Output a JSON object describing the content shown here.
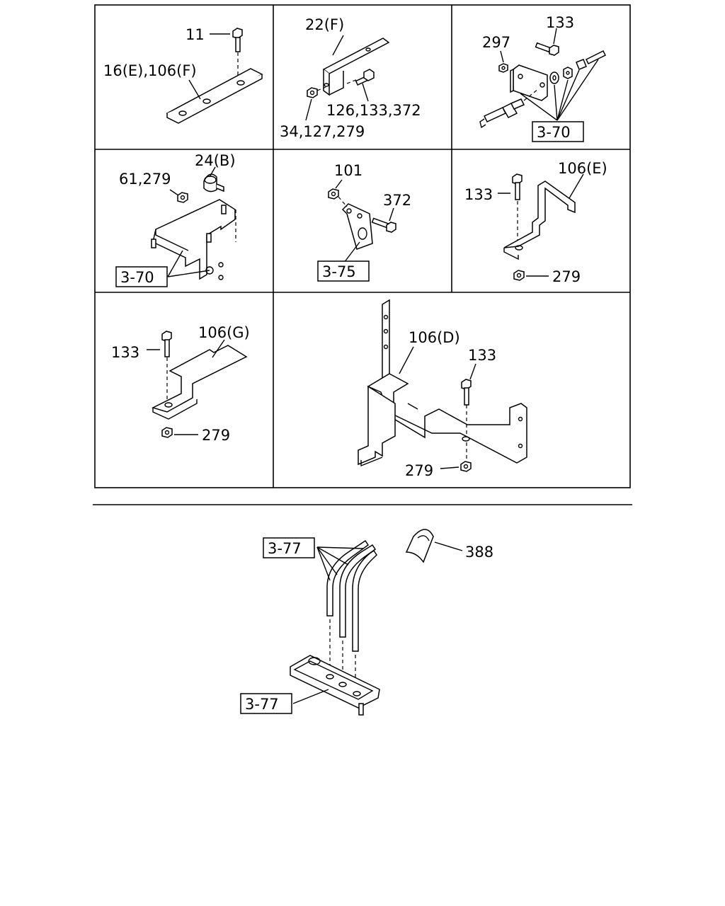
{
  "panels": {
    "p1": {
      "label_bolt": "11",
      "label_plate": "16(E),106(F)"
    },
    "p2": {
      "label_bracket": "22(F)",
      "label_bolts": "126,133,372",
      "label_nuts": "34,127,279"
    },
    "p3": {
      "label_bolt": "133",
      "label_nut": "297",
      "ref": "3-70"
    },
    "p4": {
      "label_clip": "24(B)",
      "label_nut": "61,279",
      "ref": "3-70"
    },
    "p5": {
      "label_nut": "101",
      "label_bolt": "372",
      "ref": "3-75"
    },
    "p6": {
      "label_bracket": "106(E)",
      "label_bolt": "133",
      "label_nut": "279"
    },
    "p7": {
      "label_bracket": "106(G)",
      "label_bolt": "133",
      "label_nut": "279"
    },
    "p8": {
      "label_bracket": "106(D)",
      "label_bolt": "133",
      "label_nut": "279"
    }
  },
  "lower": {
    "ref_pipes": "3-77",
    "ref_plate": "3-77",
    "label_clip": "388"
  },
  "icons": [
    "bolt-icon",
    "nut-icon",
    "bracket-icon",
    "clip-icon",
    "pipe-icon"
  ]
}
